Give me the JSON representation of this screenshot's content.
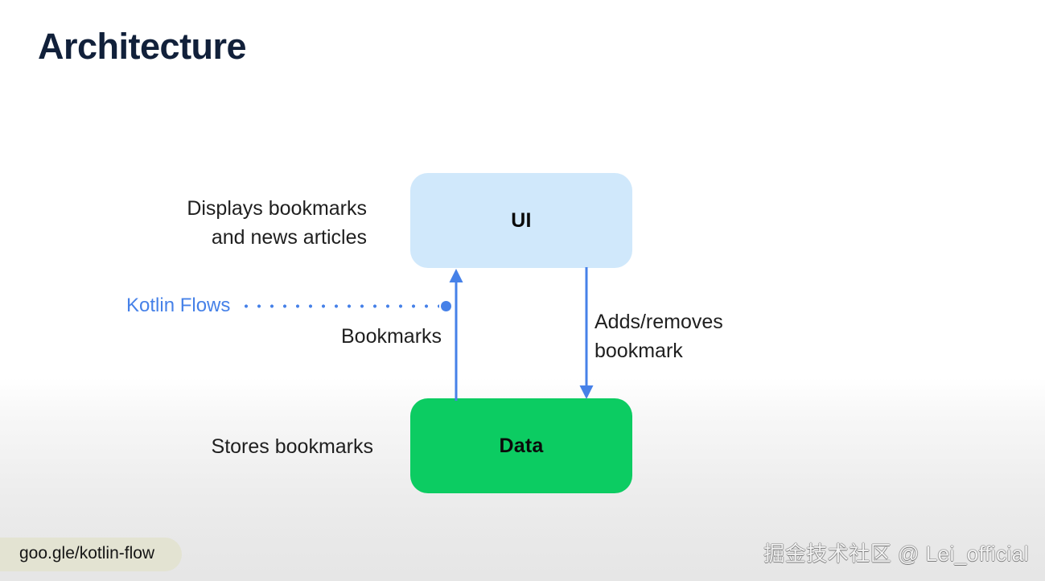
{
  "slide": {
    "title": "Architecture",
    "title_color": "#11203a",
    "background": "#ffffff"
  },
  "diagram": {
    "nodes": [
      {
        "id": "ui",
        "label": "UI",
        "color": "#d0e8fb",
        "text_color": "#0b0b0b",
        "description": "Displays bookmarks\nand news articles"
      },
      {
        "id": "data",
        "label": "Data",
        "color": "#0ccc62",
        "text_color": "#0b0b0b",
        "description": "Stores bookmarks"
      }
    ],
    "edges": [
      {
        "id": "data-to-ui",
        "direction": "up",
        "from": "data",
        "to": "ui",
        "label": "Bookmarks",
        "color": "#4681e8"
      },
      {
        "id": "ui-to-data",
        "direction": "down",
        "from": "ui",
        "to": "data",
        "label": "Adds/removes\nbookmark",
        "color": "#4681e8"
      }
    ],
    "annotation": {
      "label": "Kotlin Flows",
      "color": "#4681e8",
      "leader_style": "dotted"
    }
  },
  "footer": {
    "url": "goo.gle/kotlin-flow",
    "url_pill_color": "#e3e3d2",
    "watermark": "掘金技术社区 @ Lei_official"
  }
}
